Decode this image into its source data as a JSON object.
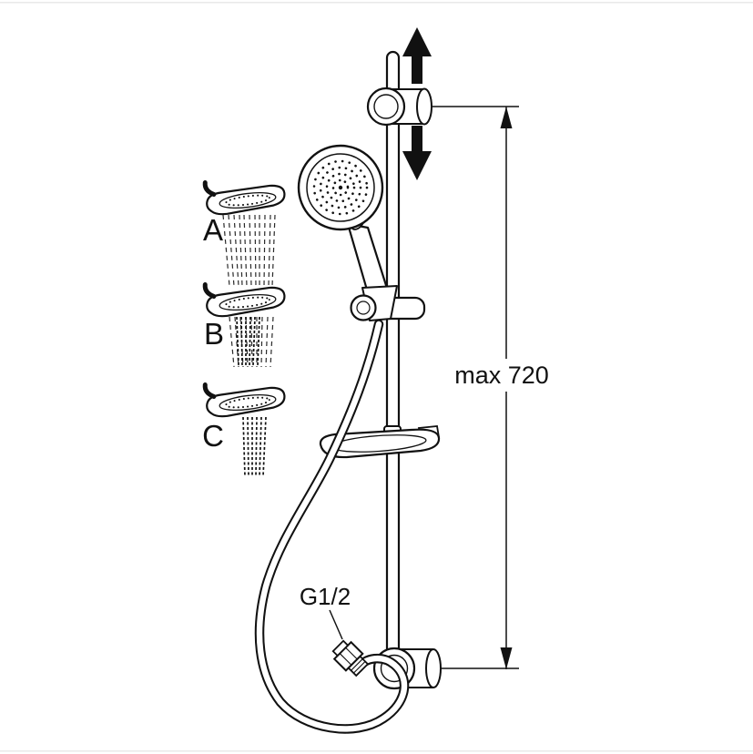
{
  "diagram": {
    "background": "#ffffff",
    "line_color": "#111111",
    "labels": {
      "spray_mode_a": "A",
      "spray_mode_b": "B",
      "spray_mode_c": "C",
      "max_height": "max 720",
      "hose_thread": "G1/2"
    }
  }
}
